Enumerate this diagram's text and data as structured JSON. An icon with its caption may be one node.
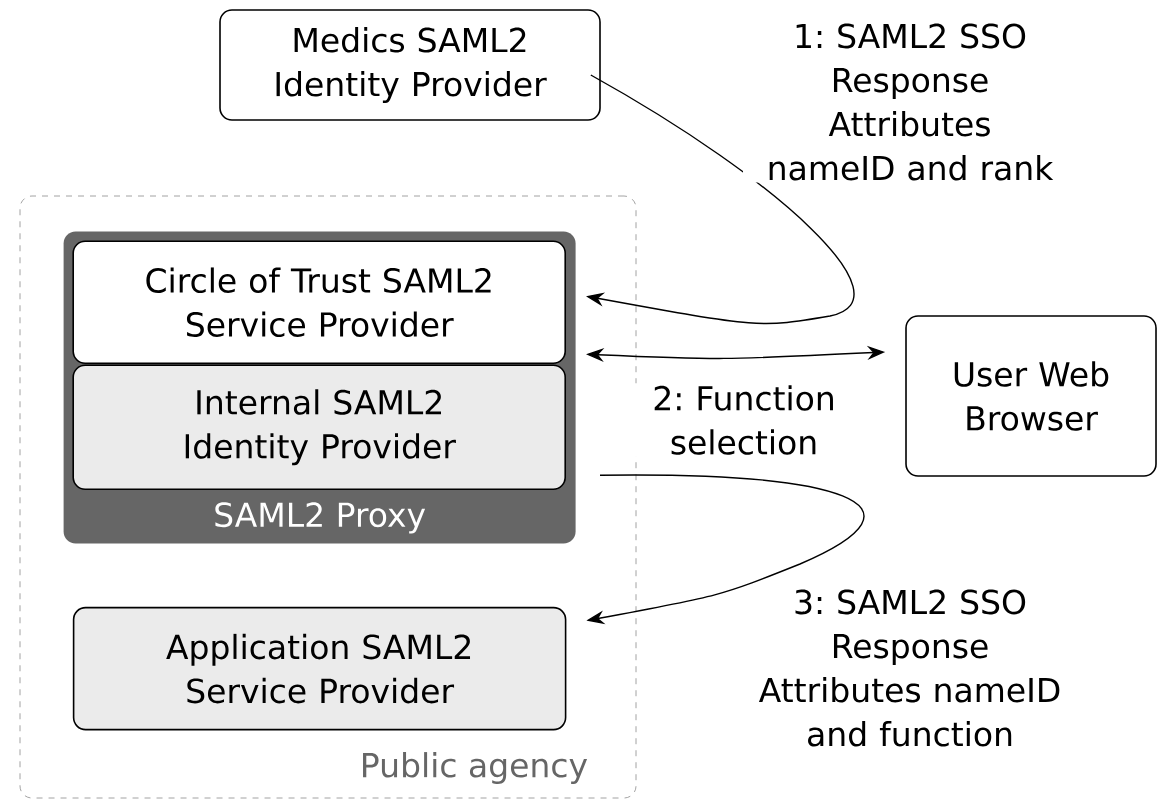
{
  "diagram": {
    "nodes": [
      {
        "text": [
          "Medics SAML2 Identity Provider"
        ]
      },
      {
        "text": [
          "Public agency"
        ]
      },
      {
        "text": [
          "SAML2 Proxy"
        ],
        "in": 1
      },
      {
        "text": [
          "Circle of Trust SAML2 Service Provider"
        ],
        "in": 2
      },
      {
        "text": [
          "Internal SAML2 Identity Provider"
        ],
        "in": 2
      },
      {
        "text": [
          "Application SAML2 Service Provider"
        ],
        "in": 1
      },
      {
        "text": [
          "User Web Browser"
        ]
      }
    ],
    "edges": [
      {
        "from": 0,
        "to": 3,
        "arrow": "to",
        "label": "1: SAML2 SSO Response Attributes nameID and rank"
      },
      {
        "from": 3,
        "to": 6,
        "arrow": "both",
        "label": "2: Function selection"
      },
      {
        "from": 4,
        "to": 5,
        "arrow": "to",
        "label": "3: SAML2 SSO Response Attributes nameID and function"
      }
    ]
  }
}
